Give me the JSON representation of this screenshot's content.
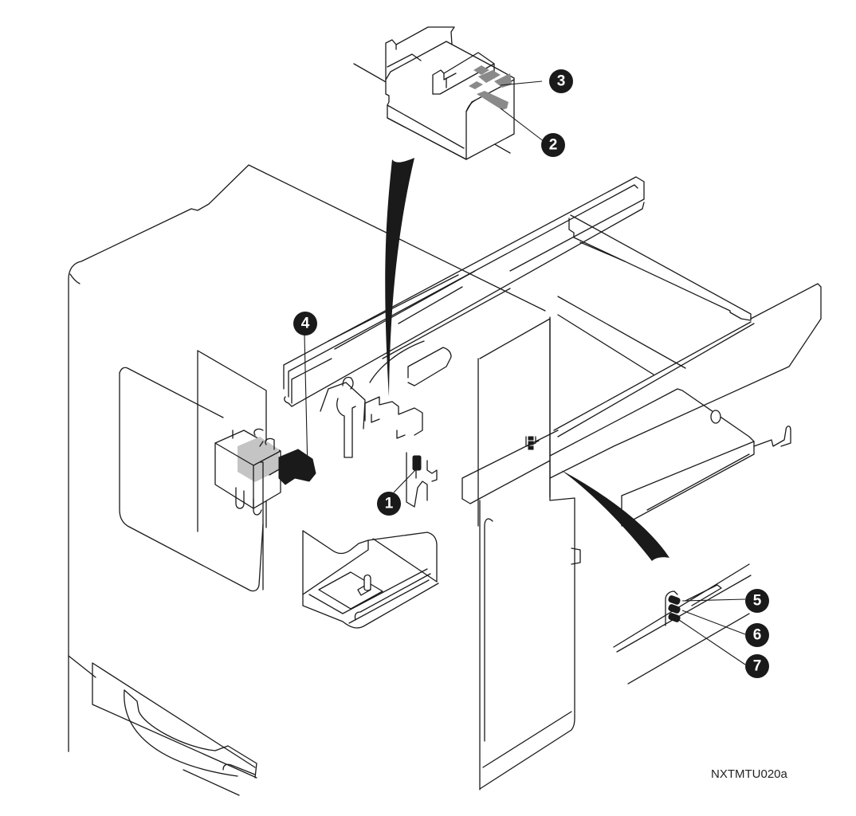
{
  "figure": {
    "title": "Tray module sensor locations exploded view",
    "figure_id": "NXTMTU020a",
    "colors": {
      "line": "#1a1a1a",
      "highlight_gray": "#8a8a8a",
      "light_gray": "#c4c4c4",
      "background": "#ffffff"
    }
  },
  "callouts": [
    {
      "number": "1",
      "target": "sensor-on-bracket"
    },
    {
      "number": "2",
      "target": "lower-sensor-on-detail"
    },
    {
      "number": "3",
      "target": "upper-sensor-on-detail"
    },
    {
      "number": "4",
      "target": "connector-switch"
    },
    {
      "number": "5",
      "target": "top-sensor-on-rail"
    },
    {
      "number": "6",
      "target": "middle-sensor-on-rail"
    },
    {
      "number": "7",
      "target": "bottom-sensor-on-rail"
    }
  ]
}
